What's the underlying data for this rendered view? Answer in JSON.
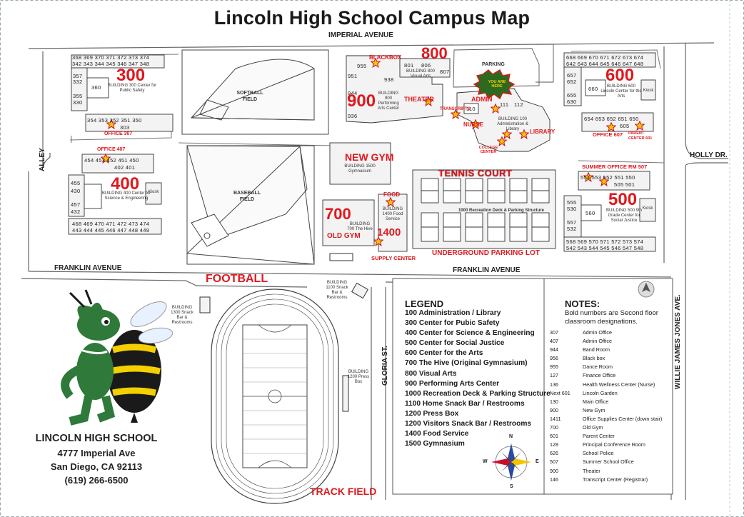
{
  "title": "Lincoln High School Campus Map",
  "streets": {
    "top": "IMPERIAL AVENUE",
    "holly": "HOLLY DR.",
    "alley": "ALLEY",
    "franklin_left": "FRANKLIN AVENUE",
    "franklin_right": "FRANKLIN AVENUE",
    "gloria": "GLORIA ST.",
    "willie": "WILLIE JAMES JONES AVE."
  },
  "buildings": {
    "b300": {
      "number": "300",
      "caption": "BUILDING 300 Center for Public Safety",
      "top_rooms": "368 369 370 371 372 373 374",
      "top_rooms2": "342 343 344 345 346 347 348",
      "left_rooms": [
        "357",
        "332",
        "360",
        "355",
        "330"
      ],
      "bottom_rooms": "354 353 352 351 350",
      "bottom_rooms2": "303"
    },
    "b400": {
      "number": "400",
      "caption": "BUILDING 400 Center for Science & Engineering",
      "top_rooms": "454 453 452 451 450",
      "top_rooms2": "402 401",
      "left_rooms": [
        "455",
        "430",
        "457",
        "432"
      ],
      "kiosk": "Kiosk",
      "bottom_rooms": "468 469 470 471 472 473 474",
      "bottom_rooms2": "443 444 445 446 447 448 449"
    },
    "b600": {
      "number": "600",
      "caption": "BUILDING 600 Lincoln Center for the Arts",
      "top_rooms": "668 669 670 671 672 673 674",
      "top_rooms2": "642 643 644 645 646 647 648",
      "left_rooms": [
        "657",
        "652",
        "660",
        "655",
        "630"
      ],
      "kiosk": "Kiosk",
      "bottom_rooms": "654 653 652 651 650",
      "bottom_rooms2": "605"
    },
    "b500": {
      "number": "500",
      "caption": "BUILDING 500 9th Grade Center for Social Justice",
      "top_rooms": "554 553 552 551 550",
      "top_rooms2": "505 501",
      "left_rooms": [
        "555",
        "530",
        "560",
        "557",
        "532"
      ],
      "kiosk": "Kiosk",
      "bottom_rooms": "568 569 570 571 572 573 574",
      "bottom_rooms2": "542 543 544 545 546 547 548"
    },
    "b800": {
      "number": "800",
      "caption": "BUILDING 800 Visual Arts",
      "rooms": [
        "801",
        "806",
        "807"
      ]
    },
    "b900": {
      "number": "900",
      "caption": "BUILDING 900 Performing Arts Center",
      "rooms": [
        "955",
        "951",
        "938",
        "944",
        "936"
      ]
    },
    "b100": {
      "caption": "BUILDING 100 Administration & Library",
      "rooms": [
        "110",
        "111",
        "112"
      ]
    },
    "b700": {
      "number": "700",
      "caption": "BUILDING 700 The Hive"
    },
    "b1500": {
      "caption": "BUILDING 1500 Gymnasium"
    },
    "b1400": {
      "number": "1400",
      "caption": "BUILDING 1400 Food Service"
    },
    "b1000": {
      "caption": "1000 Recreation Deck & Parking Structure"
    },
    "b1100": {
      "caption": "BUILDING 1100 Snack Bar & Restrooms"
    },
    "b1300": {
      "caption": "BUILDING 1300 Snack Bar & Restrooms"
    },
    "b1200": {
      "caption": "BUILDING 1200 Press Box"
    }
  },
  "labels": {
    "blackbox": "BLACKBOX",
    "theater": "THEATER",
    "transcripts": "TRANSCRIPTS",
    "admin": "ADMIN",
    "nurse": "NURSE",
    "library": "LIBRARY",
    "college_center": "COLLEGE CENTER",
    "you_are_here": "YOU ARE HERE",
    "office_307": "OFFICE 307",
    "office_407": "OFFICE 407",
    "office_607": "OFFICE 607",
    "parent_center": "PARENT CENTER 601",
    "summer_office": "SUMMER OFFICE RM 507",
    "new_gym": "NEW GYM",
    "tennis_court": "TENNIS COURT",
    "food": "FOOD",
    "old_gym": "OLD GYM",
    "supply_center": "SUPPLY CENTER",
    "underground": "UNDERGROUND PARKING LOT",
    "football": "FOOTBALL",
    "track_field": "TRACK FIELD",
    "parking": "PARKING",
    "softball": "SOFTBALL FIELD",
    "baseball": "BASEBALL FIELD"
  },
  "legend": {
    "title": "LEGEND",
    "items": [
      "100  Administration / Library",
      "300  Center for Pubic Safety",
      "400  Center for Science & Engineering",
      "500  Center for Social Justice",
      "600  Center for the Arts",
      "700  The Hive (Original Gymnasium)",
      "800  Visual Arts",
      "900  Performing Arts Center",
      "1000 Recreation Deck & Parking Structure",
      "1100 Home Snack Bar / Restrooms",
      "1200 Press Box",
      "1200 Visitors Snack Bar / Restrooms",
      "1400 Food Service",
      "1500 Gymnasium"
    ]
  },
  "notes": {
    "title": "NOTES:",
    "text": "Bold numbers are Second floor classroom designations.",
    "rows": [
      {
        "room": "307",
        "name": "Admin Office"
      },
      {
        "room": "407",
        "name": "Admin Office"
      },
      {
        "room": "944",
        "name": "Band Room"
      },
      {
        "room": "956",
        "name": "Black box"
      },
      {
        "room": "955",
        "name": "Dance Room"
      },
      {
        "room": "127",
        "name": "Finance Office"
      },
      {
        "room": "136",
        "name": "Health Wellness Center (Nurse)"
      },
      {
        "room": "Next 601",
        "name": "Lincoln Garden"
      },
      {
        "room": "130",
        "name": "Main Office"
      },
      {
        "room": "900",
        "name": "New Gym"
      },
      {
        "room": "1411",
        "name": "Office Supplies Center (down stair)"
      },
      {
        "room": "700",
        "name": "Old Gym"
      },
      {
        "room": "601",
        "name": "Parent Center"
      },
      {
        "room": "128",
        "name": "Principal Conference Room"
      },
      {
        "room": "626",
        "name": "School Police"
      },
      {
        "room": "507",
        "name": "Summer School Office"
      },
      {
        "room": "900",
        "name": "Theater"
      },
      {
        "room": "146",
        "name": "Transcript Center (Registrar)"
      }
    ]
  },
  "compass": {
    "n": "N",
    "s": "S",
    "e": "E",
    "w": "W"
  },
  "school": {
    "name": "LINCOLN HIGH SCHOOL",
    "address": "4777 Imperial Ave",
    "city": "San Diego, CA 92113",
    "phone": "(619) 266-6500"
  },
  "colors": {
    "accent_red": "#e0181d",
    "star": "#f4c400",
    "line": "#555555",
    "mascot_green": "#2f7a3a"
  }
}
